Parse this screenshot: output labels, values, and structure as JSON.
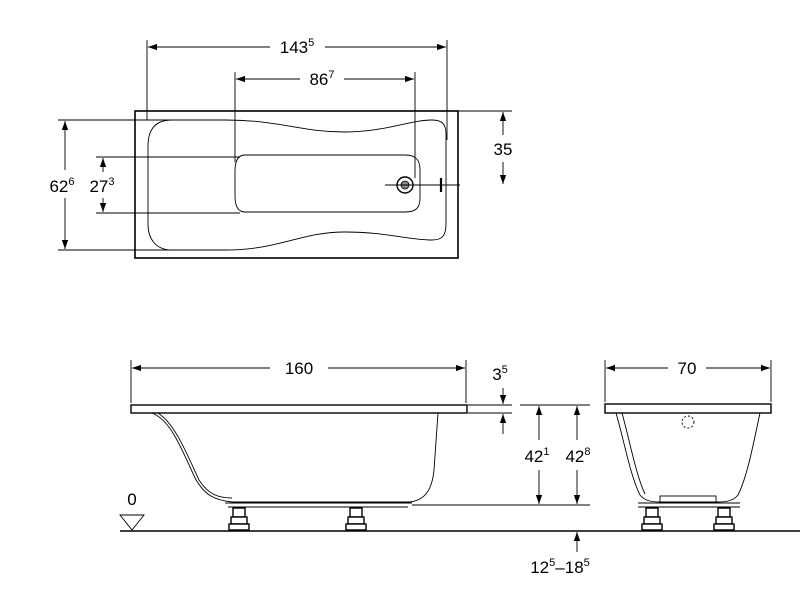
{
  "colors": {
    "line": "#000000",
    "background": "#ffffff",
    "drain_inner": "#888888"
  },
  "top_view": {
    "dims": {
      "outer_length": {
        "main": "143",
        "sup": "5"
      },
      "inner_length": {
        "main": "86",
        "sup": "7"
      },
      "drain_offset": {
        "main": "35",
        "sup": ""
      },
      "outer_width": {
        "main": "62",
        "sup": "6"
      },
      "inner_width": {
        "main": "27",
        "sup": "3"
      }
    }
  },
  "side_view": {
    "dims": {
      "length": {
        "main": "160",
        "sup": ""
      },
      "rim": {
        "main": "3",
        "sup": "5"
      },
      "inner_depth": {
        "main": "42",
        "sup": "1"
      },
      "outer_depth": {
        "main": "42",
        "sup": "8"
      },
      "floor_label": {
        "main": "0",
        "sup": ""
      },
      "leg_min": {
        "main": "12",
        "sup": "5"
      },
      "range_separator": "–",
      "leg_max": {
        "main": "18",
        "sup": "5"
      }
    }
  },
  "end_view": {
    "dims": {
      "width": {
        "main": "70",
        "sup": ""
      }
    }
  }
}
